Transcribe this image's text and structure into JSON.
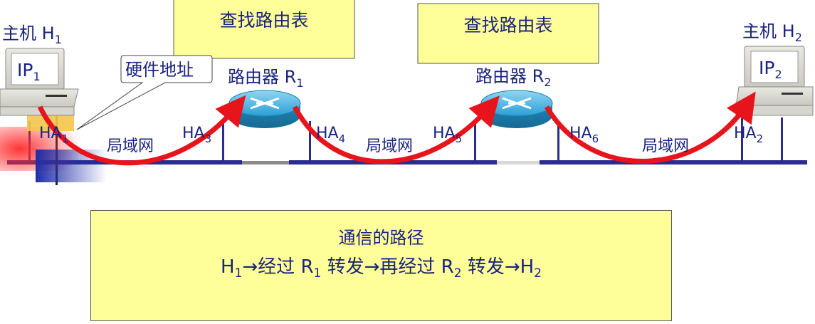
{
  "lookup_table_1": "查找路由表",
  "lookup_table_2": "查找路由表",
  "host1": {
    "label": "主机 H",
    "sub": "1",
    "ip": "IP",
    "ip_sub": "1"
  },
  "host2": {
    "label": "主机 H",
    "sub": "2",
    "ip": "IP",
    "ip_sub": "2"
  },
  "router1": {
    "label": "路由器 R",
    "sub": "1"
  },
  "router2": {
    "label": "路由器 R",
    "sub": "2"
  },
  "callout_hw_address": "硬件地址",
  "lan_label": "局域网",
  "hardware_addresses": [
    {
      "name": "HA",
      "sub": "1"
    },
    {
      "name": "HA",
      "sub": "3"
    },
    {
      "name": "HA",
      "sub": "4"
    },
    {
      "name": "HA",
      "sub": "5"
    },
    {
      "name": "HA",
      "sub": "6"
    },
    {
      "name": "HA",
      "sub": "2"
    }
  ],
  "path_box": {
    "title": "通信的路径",
    "h": "H",
    "h1_sub": "1",
    "arrow_via": "→经过 R",
    "r1_sub": "1",
    "forward_again": " 转发→再经过 R",
    "r2_sub": "2",
    "forward_end": " 转发→H",
    "h2_sub": "2"
  },
  "colors": {
    "box_fill": "#ffff99",
    "text": "#1a237e",
    "network_line": "#2b2d8e",
    "arrow": "#e8141b",
    "router": "#2aa5d8"
  }
}
